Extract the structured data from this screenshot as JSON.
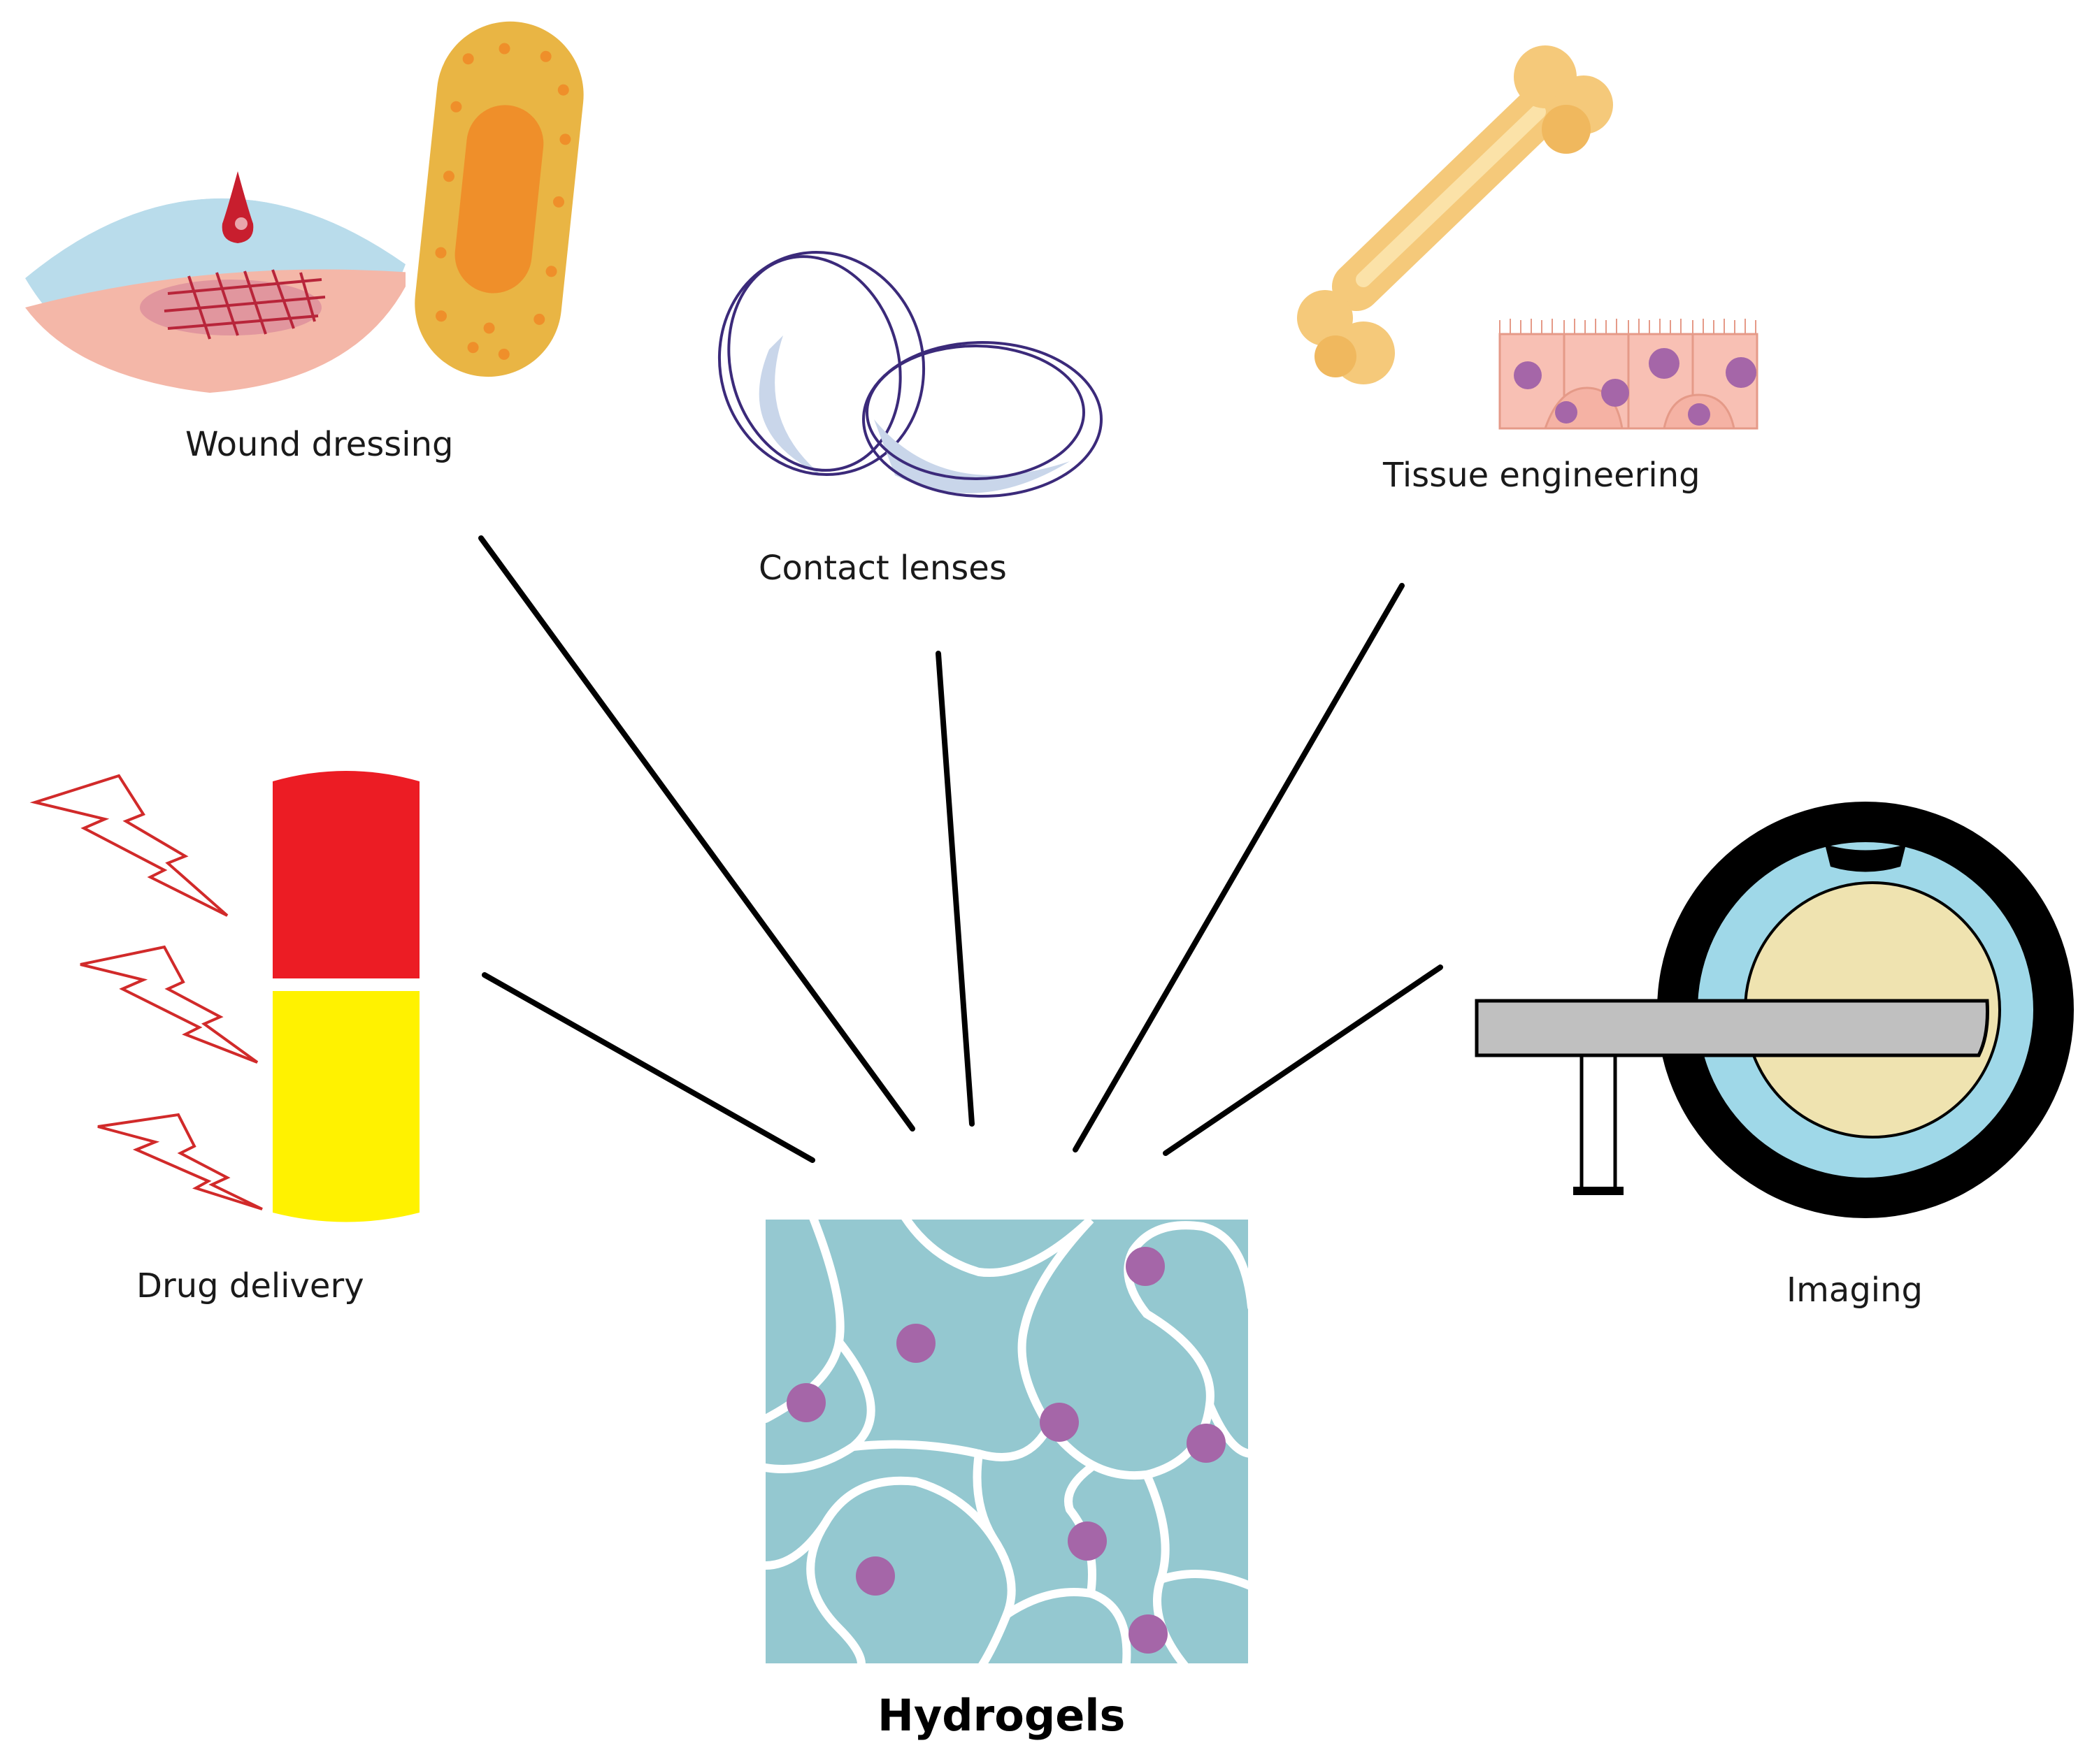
{
  "center": {
    "label": "Hydrogels"
  },
  "applications": [
    {
      "id": "wound",
      "label": "Wound dressing",
      "icon": "bandage-icon"
    },
    {
      "id": "lenses",
      "label": "Contact lenses",
      "icon": "contact-lens-icon"
    },
    {
      "id": "tissue",
      "label": "Tissue engineering",
      "icon": "bone-and-cells-icon"
    },
    {
      "id": "drug",
      "label": "Drug delivery",
      "icon": "capsule-icon"
    },
    {
      "id": "imaging",
      "label": "Imaging",
      "icon": "scanner-icon"
    }
  ],
  "colors": {
    "hydrogel_bg": "#94c8d0",
    "particle": "#a566a8",
    "capsule_top": "#ec1c24",
    "capsule_bottom": "#fff200",
    "bone": "#f5c97a",
    "bandage": "#e9b544",
    "scanner_ring": "#000000",
    "scanner_inner": "#9fd8e8",
    "scanner_core": "#efe3b0"
  }
}
